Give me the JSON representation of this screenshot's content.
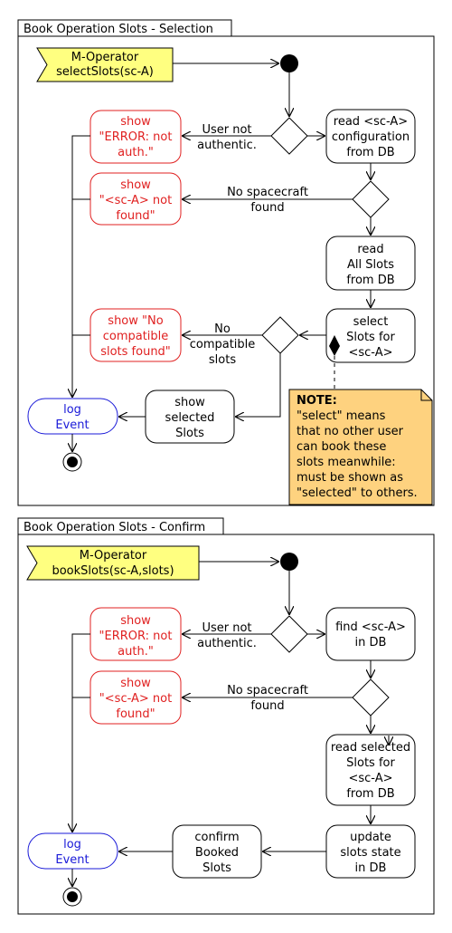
{
  "selection": {
    "title": "Book Operation Slots - Selection",
    "signal": [
      "M-Operator",
      "selectSlots(sc-A)"
    ],
    "err_auth": [
      "show",
      "\"ERROR: not",
      "auth.\""
    ],
    "lbl_not_auth": [
      "User not",
      "authentic."
    ],
    "read_config": [
      "read <sc-A>",
      "configuration",
      "from DB"
    ],
    "err_not_found": [
      "show",
      "\"<sc-A> not",
      "found\""
    ],
    "lbl_no_sc": [
      "No spacecraft",
      "found"
    ],
    "read_all": [
      "read",
      "All Slots",
      "from DB"
    ],
    "err_no_compat": [
      "show \"No",
      "compatible",
      "slots found\""
    ],
    "lbl_no_compat": [
      "No",
      "compatible",
      "slots"
    ],
    "select_slots": [
      "select",
      "Slots for",
      "<sc-A>"
    ],
    "log": [
      "log",
      "Event"
    ],
    "show_selected": [
      "show",
      "selected",
      "Slots"
    ],
    "note_title": "NOTE:",
    "note_lines": [
      "\"select\" means",
      "that no other user",
      "can book these",
      "slots meanwhile:",
      "must be shown as",
      "\"selected\" to others."
    ]
  },
  "confirm": {
    "title": "Book Operation Slots - Confirm",
    "signal": [
      "M-Operator",
      "bookSlots(sc-A,slots)"
    ],
    "err_auth": [
      "show",
      "\"ERROR: not",
      "auth.\""
    ],
    "lbl_not_auth": [
      "User not",
      "authentic."
    ],
    "find": [
      "find <sc-A>",
      "in DB"
    ],
    "err_not_found": [
      "show",
      "\"<sc-A> not",
      "found\""
    ],
    "lbl_no_sc": [
      "No spacecraft",
      "found"
    ],
    "read_selected": [
      "read selected",
      "Slots for",
      "<sc-A>",
      "from DB"
    ],
    "log": [
      "log",
      "Event"
    ],
    "confirm_booked": [
      "confirm",
      "Booked",
      "Slots"
    ],
    "update": [
      "update",
      "slots state",
      "in DB"
    ]
  },
  "colors": {
    "error": "#e02020",
    "log": "#1a1ad8",
    "signal": "#ffff80",
    "note": "#fed27f"
  }
}
